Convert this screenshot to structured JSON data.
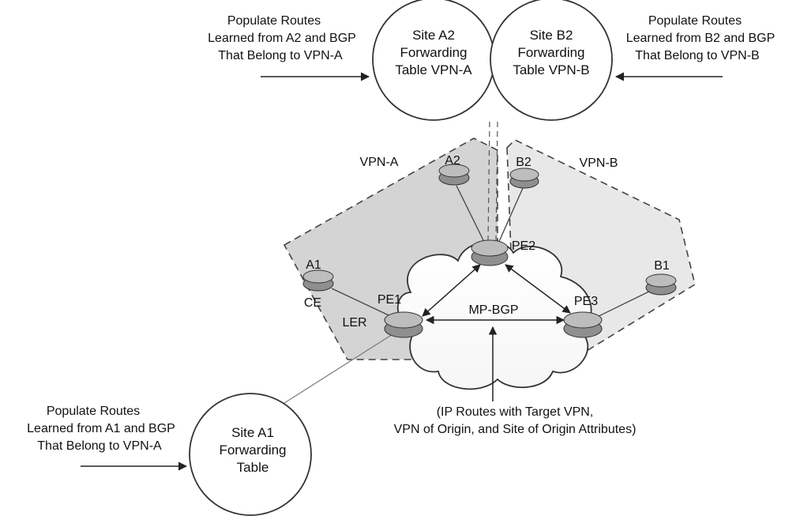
{
  "annotations": {
    "top_left": [
      "Populate Routes",
      "Learned from A2 and BGP",
      "That Belong to VPN-A"
    ],
    "top_right": [
      "Populate Routes",
      "Learned from B2 and BGP",
      "That Belong to VPN-B"
    ],
    "bottom_left": [
      "Populate Routes",
      "Learned from A1 and BGP",
      "That Belong to VPN-A"
    ],
    "bottom_center": [
      "(IP Routes with Target VPN,",
      "VPN of Origin, and Site of Origin Attributes)"
    ]
  },
  "tables": {
    "site_a2": [
      "Site A2",
      "Forwarding",
      "Table VPN-A"
    ],
    "site_b2": [
      "Site B2",
      "Forwarding",
      "Table VPN-B"
    ],
    "site_a1": [
      "Site A1",
      "Forwarding",
      "Table"
    ]
  },
  "regions": {
    "vpn_a": "VPN-A",
    "vpn_b": "VPN-B"
  },
  "routers": {
    "a1": "A1",
    "a2": "A2",
    "b1": "B1",
    "b2": "B2",
    "pe1": "PE1",
    "pe2": "PE2",
    "pe3": "PE3"
  },
  "roles": {
    "ce": "CE",
    "ler": "LER"
  },
  "protocol": "MP-BGP",
  "colors": {
    "region_fill": "#d8d8d8",
    "router_fill": "#9a9a9a",
    "line": "#333333",
    "dashed": "#444444",
    "link": "#555555"
  }
}
